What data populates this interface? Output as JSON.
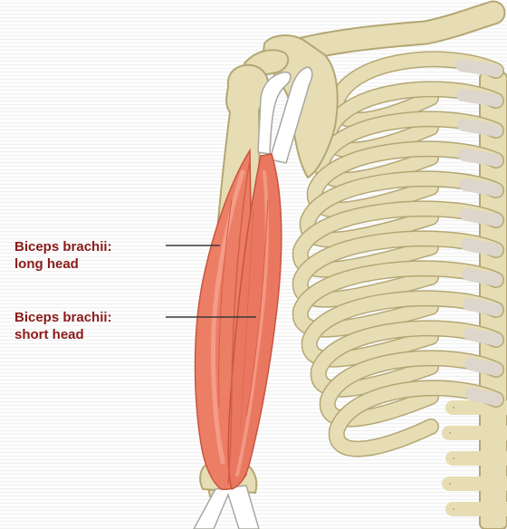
{
  "colors": {
    "label_text": "#8b1a1a",
    "leader_line": "#3a3a3a",
    "bone": "#e6ddb4",
    "bone_outline": "#b4a774",
    "cartilage": "#dcd6cc",
    "muscle": "#ec7e66",
    "muscle_highlight": "#f6a491",
    "muscle_shadow": "#d85e47",
    "tendon": "#ffffff",
    "tendon_outline": "#a8a8a0"
  },
  "labels": {
    "long_head": {
      "line1": "Biceps brachii:",
      "line2": "long head"
    },
    "short_head": {
      "line1": "Biceps brachii:",
      "line2": "short head"
    }
  }
}
